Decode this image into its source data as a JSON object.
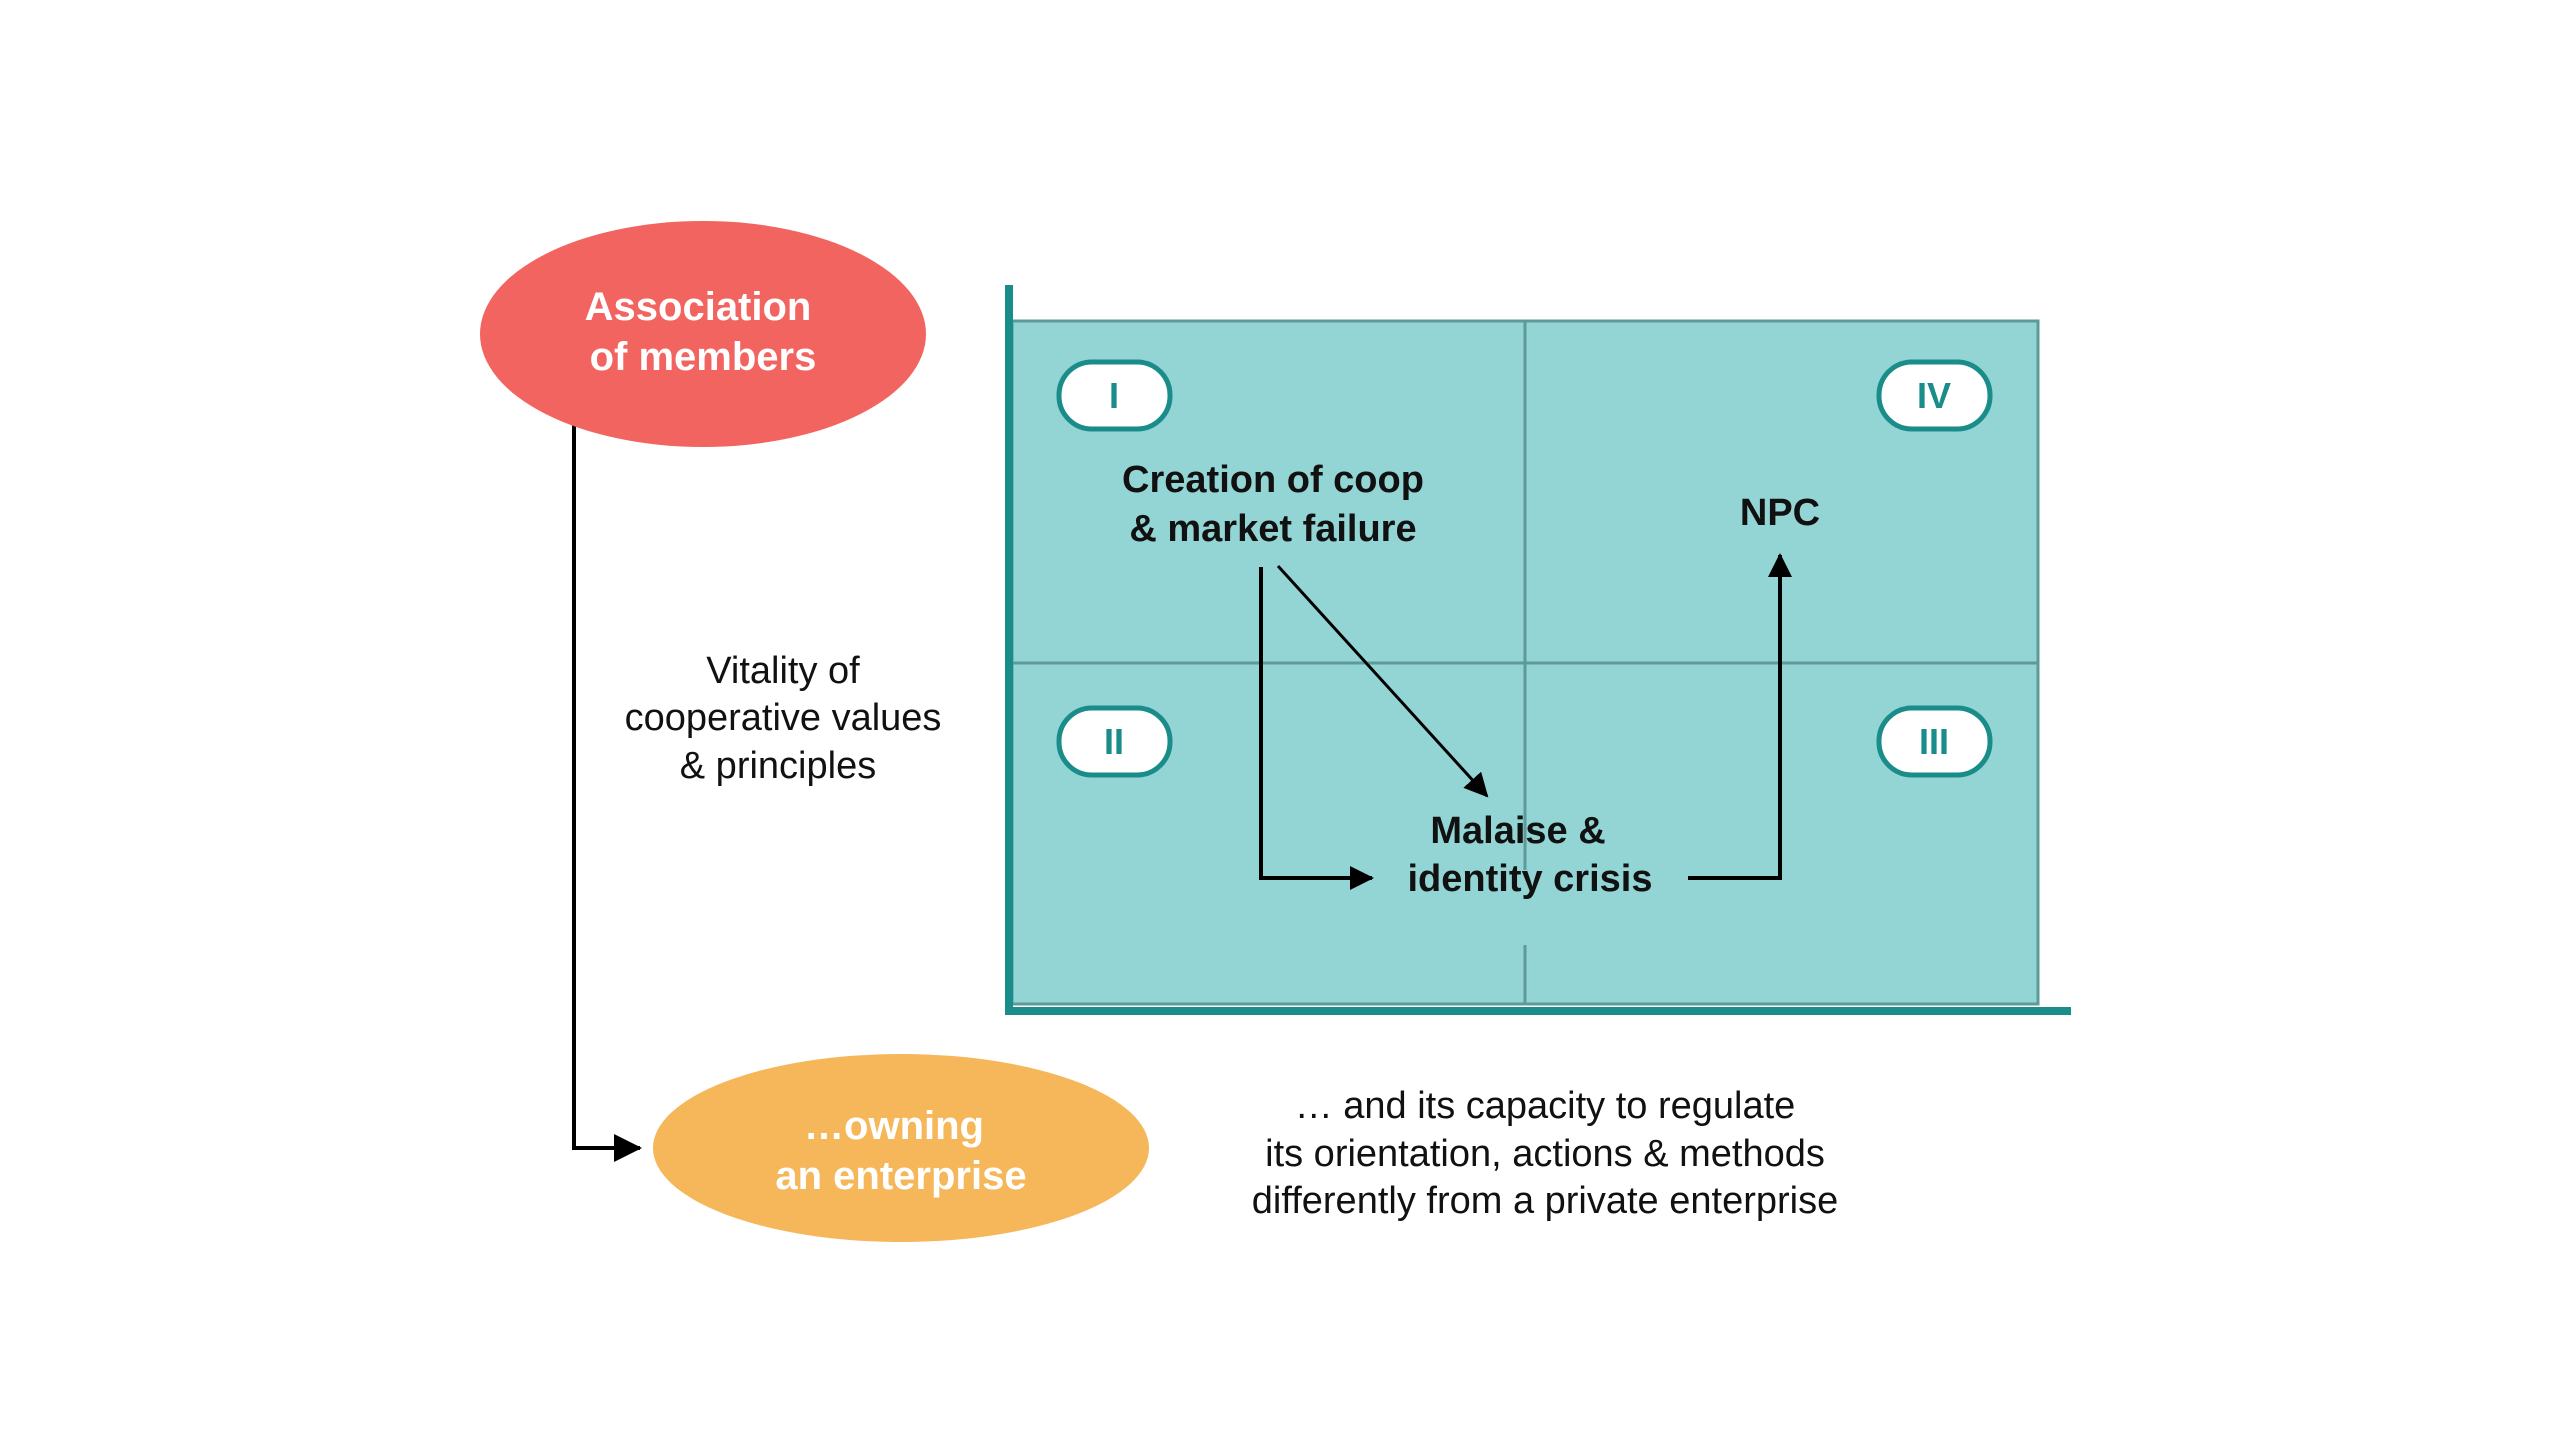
{
  "colors": {
    "association": "#f2645f",
    "enterprise": "#f5b75a",
    "grid_fill": "#93d4d4",
    "grid_lines": "#5f9a98",
    "axis": "#1a8c89",
    "badge_border": "#1a8c89",
    "badge_fill": "#ffffff",
    "arrow": "#000000"
  },
  "association": {
    "line1": "Association",
    "line2": "of members"
  },
  "enterprise": {
    "line1": "…owning",
    "line2": "an enterprise"
  },
  "vitality": {
    "line1": "Vitality of",
    "line2": "cooperative values",
    "line3": "& principles"
  },
  "capacity": {
    "line1": "… and its capacity to regulate",
    "line2": "its orientation, actions & methods",
    "line3": "differently from a private enterprise"
  },
  "quadrants": {
    "q1": "I",
    "q2": "II",
    "q3": "III",
    "q4": "IV"
  },
  "nodes": {
    "creation": {
      "line1": "Creation of coop",
      "line2": "& market failure"
    },
    "malaise": {
      "line1": "Malaise &",
      "line2": "identity crisis"
    },
    "npc": "NPC"
  }
}
